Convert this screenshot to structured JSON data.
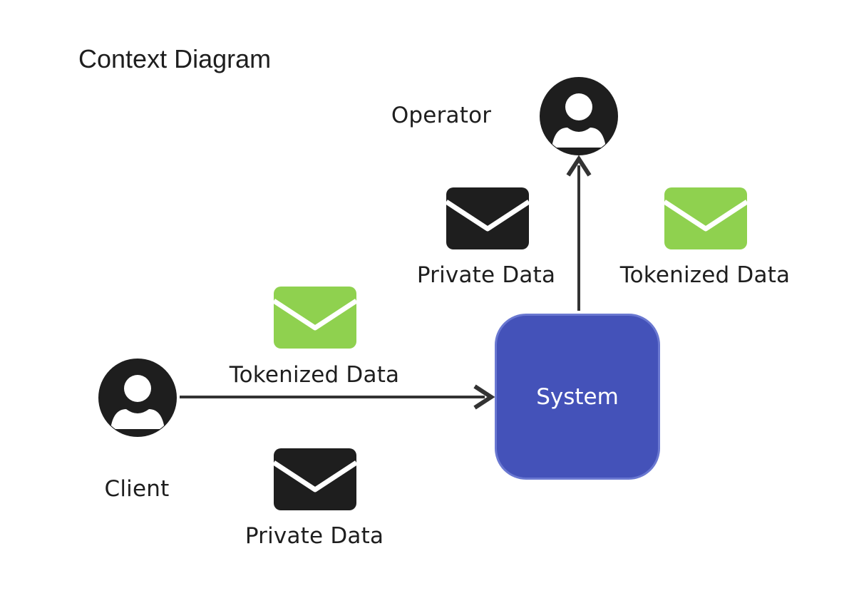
{
  "title": "Context Diagram",
  "nodes": {
    "operator": {
      "label": "Operator"
    },
    "client": {
      "label": "Client"
    },
    "system": {
      "label": "System"
    }
  },
  "flows": {
    "system_to_operator": {
      "private_label": "Private Data",
      "tokenized_label": "Tokenized Data"
    },
    "client_to_system": {
      "tokenized_label": "Tokenized Data",
      "private_label": "Private Data"
    }
  },
  "colors": {
    "private_envelope": "#1e1e1e",
    "tokenized_envelope": "#8fd14f",
    "system_fill": "#4452b9",
    "system_border": "#6a78d1",
    "arrow": "#333333",
    "person": "#1e1e1e"
  }
}
